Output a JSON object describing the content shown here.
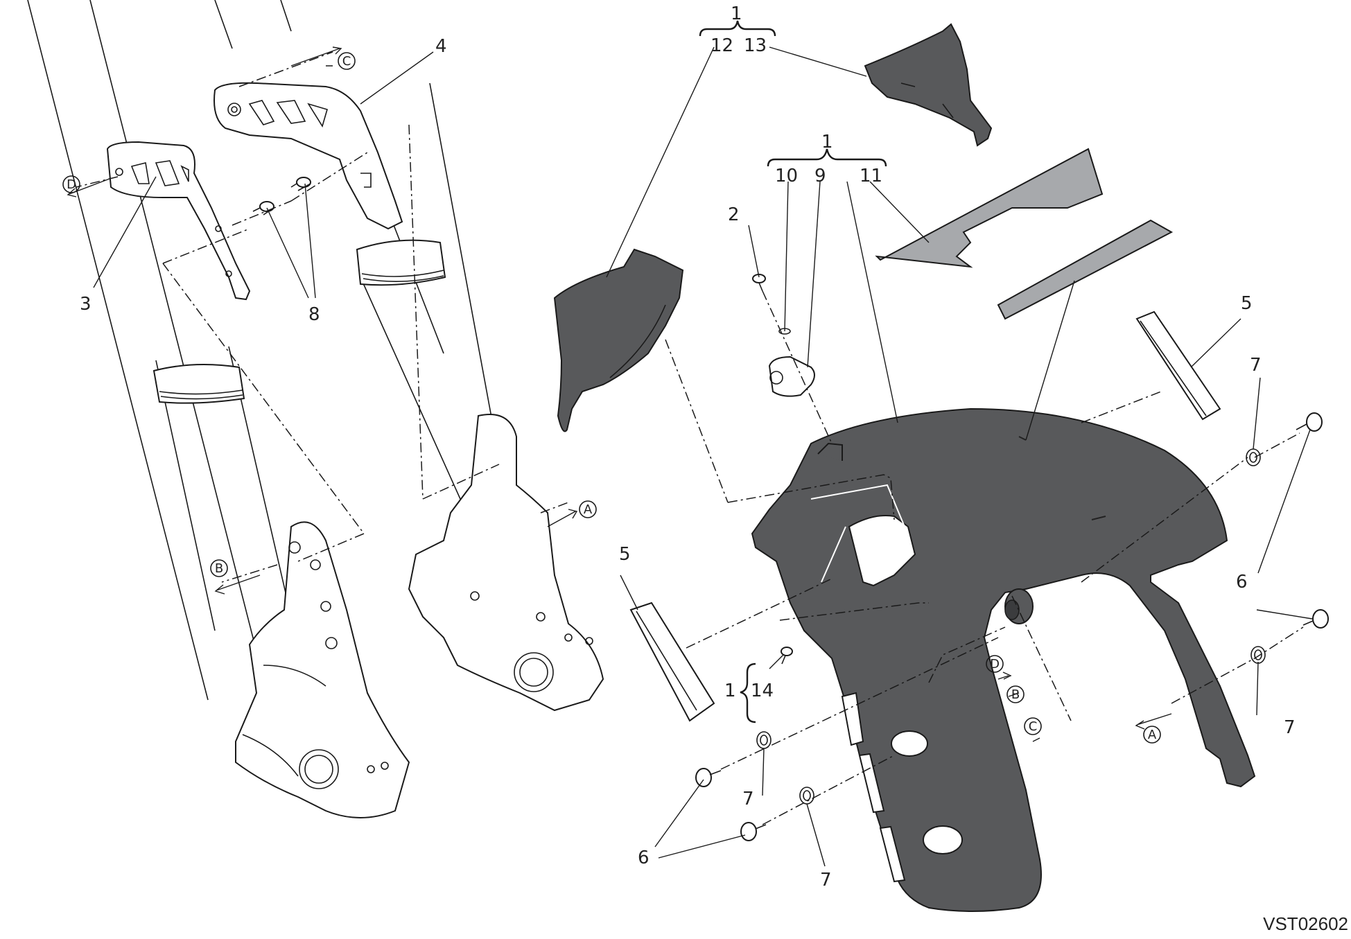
{
  "diagram": {
    "code": "VST02602",
    "labels": {
      "l1_top": "1",
      "l12": "12",
      "l13": "13",
      "l1_mid": "1",
      "l10": "10",
      "l9": "9",
      "l11": "11",
      "l2": "2",
      "l3": "3",
      "l4": "4",
      "l8": "8",
      "l5_right": "5",
      "l5_left": "5",
      "l7_a": "7",
      "l7_b": "7",
      "l7_c": "7",
      "l7_d": "7",
      "l6_right": "6",
      "l6_left": "6",
      "l1_low": "1",
      "l14": "14"
    },
    "markers": {
      "a_right": "A",
      "a_low": "A",
      "b_left": "B",
      "b_right": "B",
      "c_top": "C",
      "c_right": "C",
      "d_left": "D",
      "d_right": "D"
    }
  }
}
